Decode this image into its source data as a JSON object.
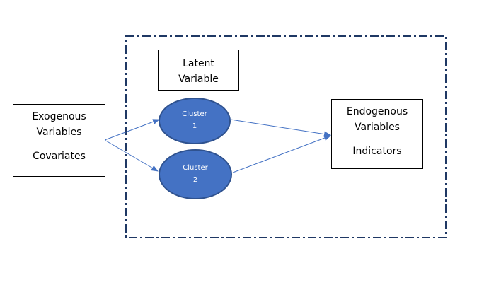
{
  "colors": {
    "cluster_fill": "#4472c4",
    "cluster_stroke": "#2f528f",
    "arrow": "#4472c4",
    "frame": "#1f3864"
  },
  "latent": {
    "line1": "Latent",
    "line2": "Variable"
  },
  "exogenous": {
    "line1": "Exogenous",
    "line2": "Variables",
    "line3": "Covariates"
  },
  "endogenous": {
    "line1": "Endogenous",
    "line2": "Variables",
    "line3": "Indicators"
  },
  "clusters": [
    {
      "line1": "Cluster",
      "line2": "1"
    },
    {
      "line1": "Cluster",
      "line2": "2"
    }
  ]
}
